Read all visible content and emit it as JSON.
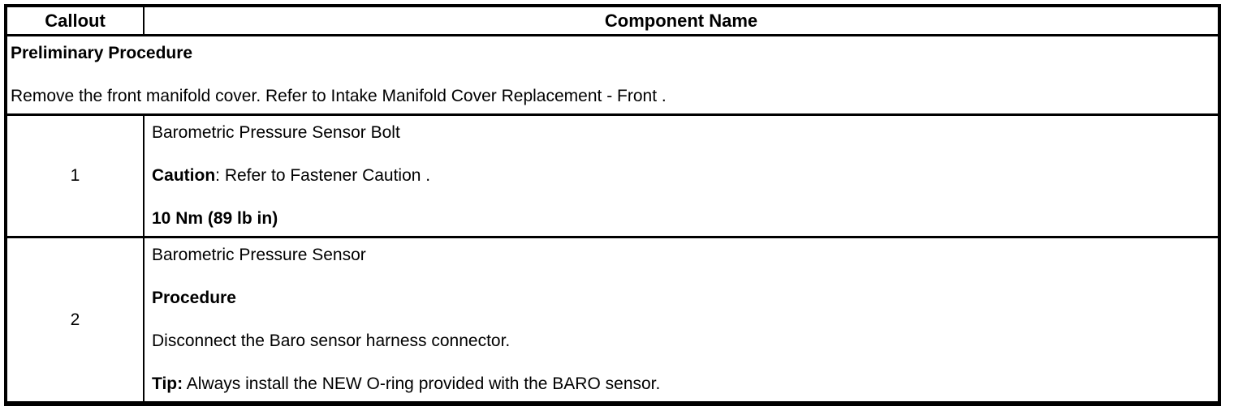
{
  "colors": {
    "border": "#000000",
    "text": "#000000",
    "background": "#ffffff"
  },
  "table": {
    "header": {
      "callout": "Callout",
      "component_name": "Component Name"
    },
    "preliminary": {
      "title": "Preliminary Procedure",
      "body": "Remove the front manifold cover. Refer to Intake Manifold Cover Replacement - Front ."
    },
    "rows": [
      {
        "callout": "1",
        "component_name": "Barometric Pressure Sensor Bolt",
        "caution_label": "Caution",
        "caution_text": ": Refer to Fastener Caution .",
        "torque_spec": "10 Nm (89 lb in)"
      },
      {
        "callout": "2",
        "component_name": "Barometric Pressure Sensor",
        "procedure_label": "Procedure",
        "procedure_step": "Disconnect the Baro sensor harness connector.",
        "tip_label": "Tip:",
        "tip_text": " Always install the NEW O-ring provided with the BARO sensor."
      }
    ]
  }
}
